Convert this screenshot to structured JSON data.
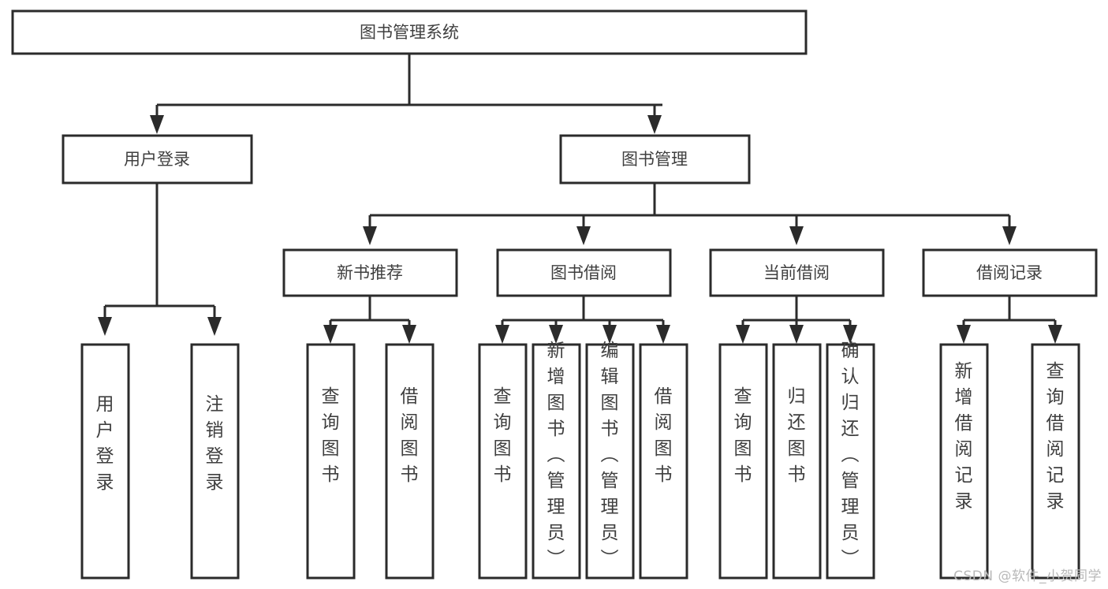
{
  "diagram": {
    "type": "tree-flowchart",
    "orientation": "top-down",
    "colors": {
      "background": "#ffffff",
      "box_fill": "#ffffff",
      "box_stroke": "#2b2b2b",
      "text": "#3f3f3f",
      "connector": "#2b2b2b",
      "watermark": "#b9b9b9"
    },
    "root": {
      "label": "图书管理系统"
    },
    "level2": [
      {
        "label": "用户登录"
      },
      {
        "label": "图书管理"
      }
    ],
    "level3": [
      {
        "label": "新书推荐"
      },
      {
        "label": "图书借阅"
      },
      {
        "label": "当前借阅"
      },
      {
        "label": "借阅记录"
      }
    ],
    "leaves": {
      "user_login": [
        {
          "label": "用户登录"
        },
        {
          "label": "注销登录"
        }
      ],
      "new_book_recommend": [
        {
          "label": "查询图书"
        },
        {
          "label": "借阅图书"
        }
      ],
      "book_borrow": [
        {
          "label": "查询图书"
        },
        {
          "label": "新增图书（管理员）"
        },
        {
          "label": "编辑图书（管理员）"
        },
        {
          "label": "借阅图书"
        }
      ],
      "current_borrow": [
        {
          "label": "查询图书"
        },
        {
          "label": "归还图书"
        },
        {
          "label": "确认归还（管理员）"
        }
      ],
      "borrow_record": [
        {
          "label": "新增借阅记录"
        },
        {
          "label": "查询借阅记录"
        }
      ]
    }
  },
  "watermark": {
    "text": "CSDN @软件_小贺同学"
  }
}
